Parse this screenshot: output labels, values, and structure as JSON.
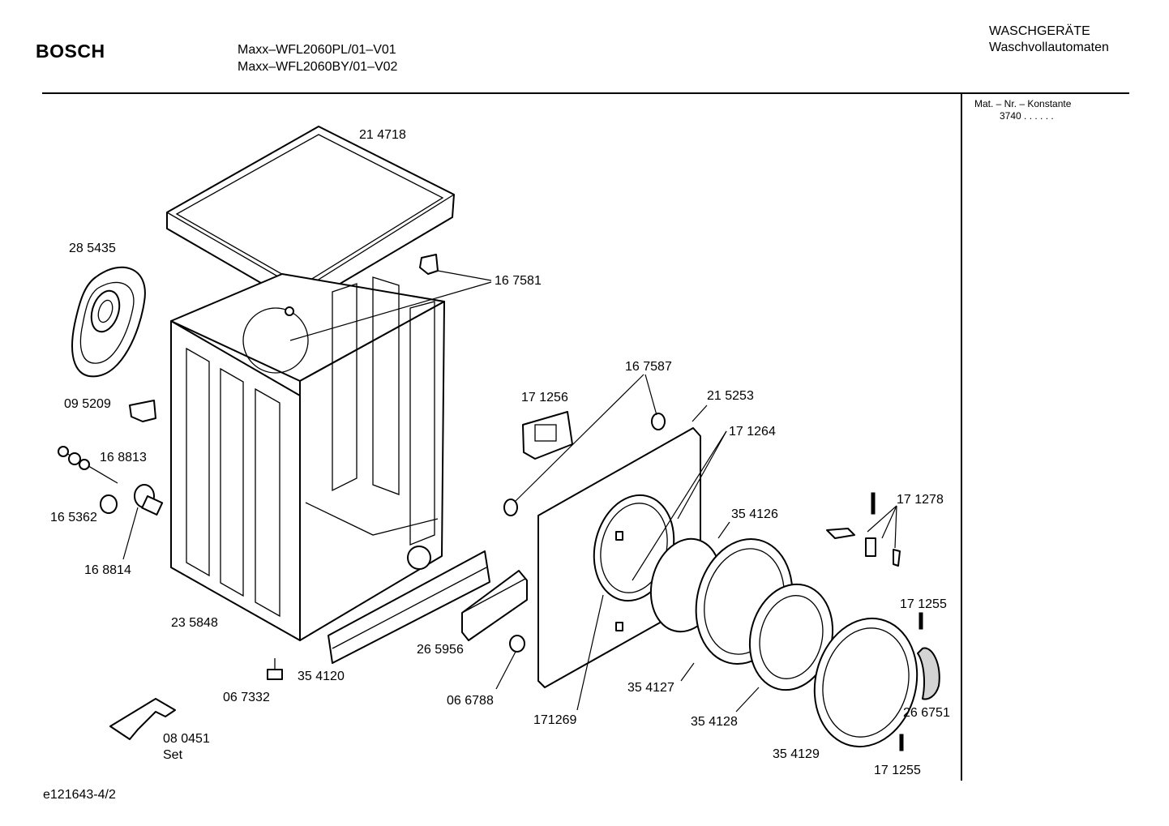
{
  "header": {
    "brand": "BOSCH",
    "model_line_1": "Maxx–WFL2060PL/01–V01",
    "model_line_2": "Maxx–WFL2060BY/01–V02",
    "category": "WASCHGERÄTE",
    "subcategory": "Waschvollautomaten"
  },
  "sidebar": {
    "mat_label": "Mat. – Nr. – Konstante",
    "mat_value": "3740  .  .  .  .  .  ."
  },
  "parts": [
    {
      "id": "214718",
      "label": "21 4718"
    },
    {
      "id": "285435",
      "label": "28 5435"
    },
    {
      "id": "167581",
      "label": "16 7581"
    },
    {
      "id": "095209",
      "label": "09 5209"
    },
    {
      "id": "168813",
      "label": "16 8813"
    },
    {
      "id": "165362",
      "label": "16 5362"
    },
    {
      "id": "168814",
      "label": "16 8814"
    },
    {
      "id": "235848",
      "label": "23 5848"
    },
    {
      "id": "067332",
      "label": "06 7332"
    },
    {
      "id": "080451",
      "label": "08 0451"
    },
    {
      "id": "080451set",
      "label": "Set"
    },
    {
      "id": "354120",
      "label": "35 4120"
    },
    {
      "id": "265956",
      "label": "26 5956"
    },
    {
      "id": "066788",
      "label": "06 6788"
    },
    {
      "id": "167587",
      "label": "16 7587"
    },
    {
      "id": "171256",
      "label": "17 1256"
    },
    {
      "id": "215253",
      "label": "21 5253"
    },
    {
      "id": "171264",
      "label": "17 1264"
    },
    {
      "id": "354126",
      "label": "35 4126"
    },
    {
      "id": "171269",
      "label": "171269"
    },
    {
      "id": "354127",
      "label": "35 4127"
    },
    {
      "id": "354128",
      "label": "35 4128"
    },
    {
      "id": "354129",
      "label": "35 4129"
    },
    {
      "id": "171278",
      "label": "17 1278"
    },
    {
      "id": "171255a",
      "label": "17 1255"
    },
    {
      "id": "266751",
      "label": "26 6751"
    },
    {
      "id": "171255b",
      "label": "17 1255"
    }
  ],
  "footer": {
    "drawing_code": "e121643-4/2"
  }
}
